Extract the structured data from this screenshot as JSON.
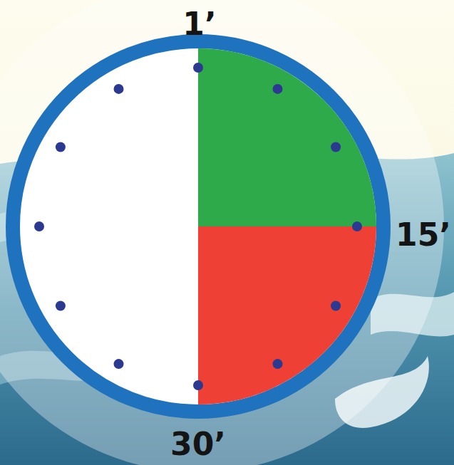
{
  "diagram": {
    "labels": [
      "1’",
      "15’",
      "30’"
    ]
  }
}
